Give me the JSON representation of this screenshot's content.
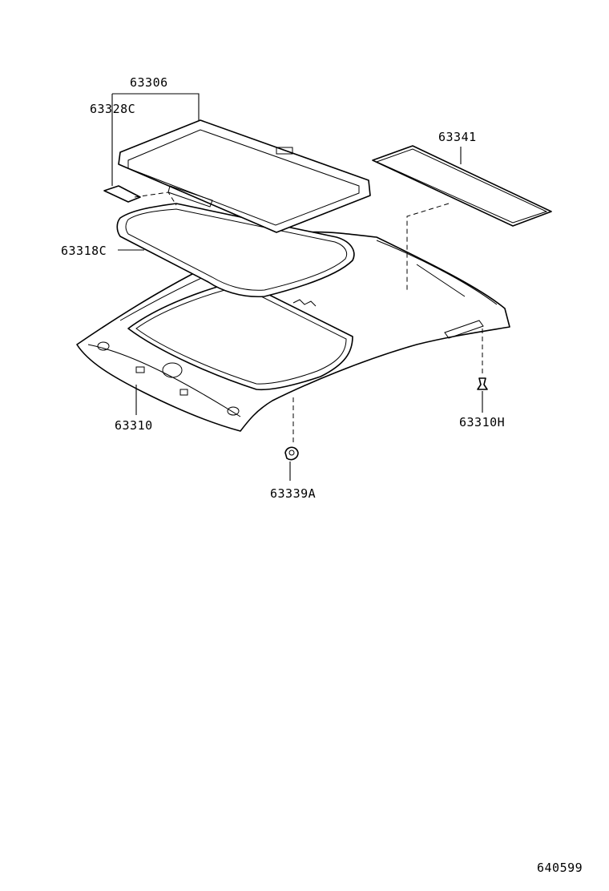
{
  "labels": {
    "sunshade": "63306",
    "sunshade_holder": "63328C",
    "weatherstrip": "63318C",
    "roof_headlining": "63310",
    "headlining_clip": "63310H",
    "clip_a": "63339A",
    "silencer_pad": "63341",
    "drawing_number": "640599"
  }
}
